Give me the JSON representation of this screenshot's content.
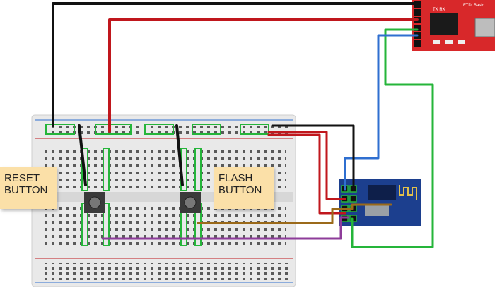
{
  "notes": {
    "reset": {
      "line1": "RESET",
      "line2": "BUTTON"
    },
    "flash": {
      "line1": "FLASH",
      "line2": "BUTTON"
    }
  },
  "ftdi": {
    "title": "FTDI Basic",
    "pins_label": "TX RX",
    "color": "#d8282a"
  },
  "breadboard": {
    "color": "#e9e9e9"
  },
  "esp_module": {
    "color": "#1c3f8e"
  },
  "wire_colors": {
    "black": "#111111",
    "red": "#c0171d",
    "green": "#25b53a",
    "blue": "#2f6fd0",
    "brown": "#9b6a1a",
    "purple": "#8e3c9a"
  },
  "icons": [
    "pushbutton-icon",
    "pushbutton-icon",
    "wifi-chip-icon",
    "usb-connector-icon"
  ]
}
